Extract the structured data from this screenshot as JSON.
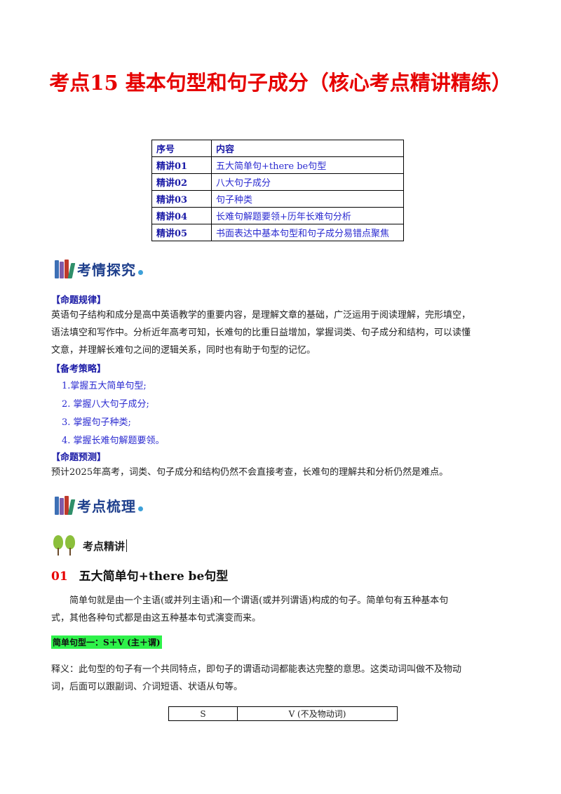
{
  "title": "考点15  基本句型和句子成分（核心考点精讲精练）",
  "toc": {
    "headers": [
      "序号",
      "内容"
    ],
    "rows": [
      {
        "num": "精讲01",
        "content": "五大简单句+there be句型"
      },
      {
        "num": "精讲02",
        "content": "八大句子成分"
      },
      {
        "num": "精讲03",
        "content": "句子种类"
      },
      {
        "num": "精讲04",
        "content": "长难句解题要领+历年长难句分析"
      },
      {
        "num": "精讲05",
        "content": "书面表达中基本句型和句子成分易错点聚焦"
      }
    ]
  },
  "banner1": "考情探究",
  "rule": {
    "label": "【命题规律】",
    "lines": [
      "英语句子结构和成分是高中英语教学的重要内容，是理解文章的基础，广泛运用于阅读理解，完形填空，",
      "语法填空和写作中。分析近年高考可知，长难句的比重日益增加，掌握词类、句子成分和结构，可以读懂",
      "文意，并理解长难句之间的逻辑关系，同时也有助于句型的记忆。"
    ]
  },
  "strategy": {
    "label": "【备考策略】",
    "items": [
      "1.掌握五大简单句型;",
      "2.  掌握八大句子成分;",
      "3.  掌握句子种类;",
      "4.  掌握长难句解题要领。"
    ]
  },
  "forecast": {
    "label": "【命题预测】",
    "text": "预计2025年高考，词类、句子成分和结构仍然不会直接考查，长难句的理解共和分析仍然是难点。"
  },
  "banner2": "考点梳理",
  "sub_banner": "考点精讲",
  "section": {
    "num": "01",
    "title": "五大简单句+there  be句型",
    "intro_lines": [
      "简单句就是由一个主语(或并列主语)和一个谓语(或并列谓语)构成的句子。简单句有五种基本句",
      "式，其他各种句式都是由这五种基本句式演变而来。"
    ],
    "pattern": "简单句型一：S＋V (主＋谓)",
    "explain_lines": [
      "释义：此句型的句子有一个共同特点，即句子的谓语动词都能表达完整的意思。这类动词叫做不及物动",
      "词，后面可以跟副词、介词短语、状语从句等。"
    ],
    "table": [
      "S",
      "V (不及物动词)"
    ]
  },
  "colors": {
    "title_red": "#e60000",
    "blue": "#1a1aa6",
    "highlight": "#2ef24a"
  }
}
